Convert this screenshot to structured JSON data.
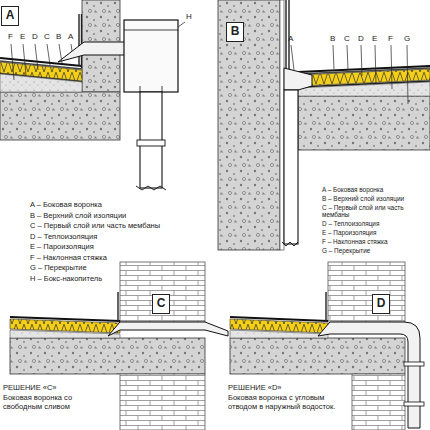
{
  "diagram": {
    "nodes": [
      {
        "text": [
          "A"
        ]
      },
      {
        "text": [
          "B"
        ]
      },
      {
        "text": [
          "C"
        ]
      },
      {
        "text": [
          "D"
        ]
      }
    ],
    "labels": [
      "F",
      "E",
      "D",
      "C",
      "B",
      "A",
      "H",
      "A – Боковая воронка",
      "B – Верхний слой изоляции",
      "C – Первый слой или часть мембаны",
      "D – Теплоизоляция",
      "E – Пароизоляция",
      "F – Наклонная стяжка",
      "G – Перекрытие",
      "H – Бокс-накопитель",
      "A",
      "B",
      "C",
      "D",
      "E",
      "F",
      "G",
      "A – Боковая воронка",
      "B – Верхний слой изоляции",
      "C – Первый слой или часть мембаны",
      "D – Теплоизоляция",
      "E – Пароизоляция",
      "F – Наклонная стяжка",
      "G – Перекрытие",
      "РЕШЕНИЕ «C»",
      "Боковая воронка со свободным сливом",
      "РЕШЕНИЕ «D»",
      "Боковая воронка с угловым отводом в наружный водосток."
    ]
  }
}
